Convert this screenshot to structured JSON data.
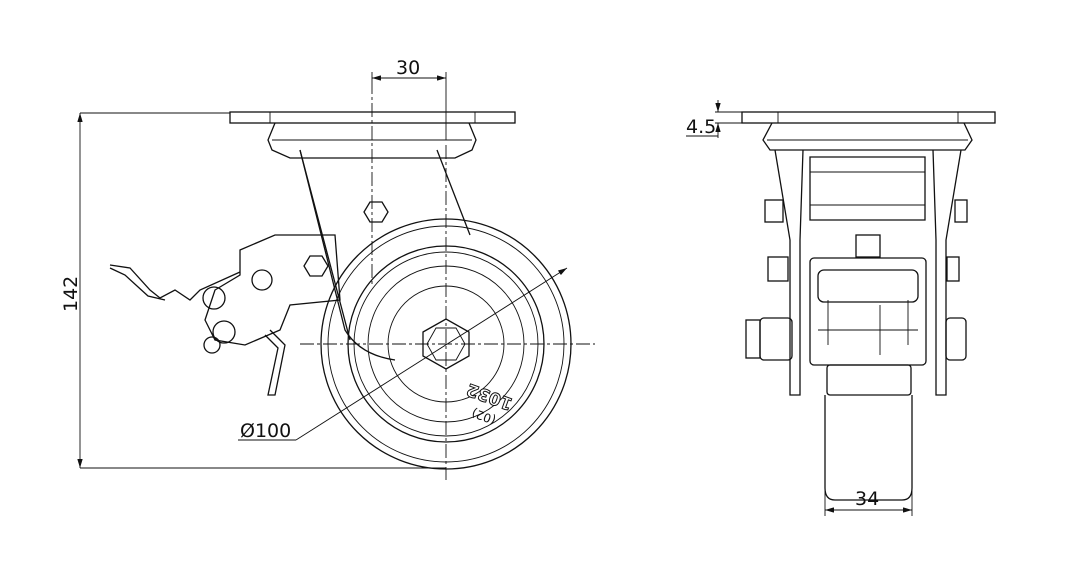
{
  "drawing": {
    "title_views": [
      "side-view",
      "front-view"
    ],
    "dimensions": {
      "height": "142",
      "offset": "30",
      "wheel_diameter": "Ø100",
      "plate_thickness": "4.5",
      "wheel_width": "34"
    },
    "wheel_markings": {
      "main": "1032",
      "sub": "(02)"
    },
    "line_color": "#111111",
    "background": "#ffffff"
  }
}
